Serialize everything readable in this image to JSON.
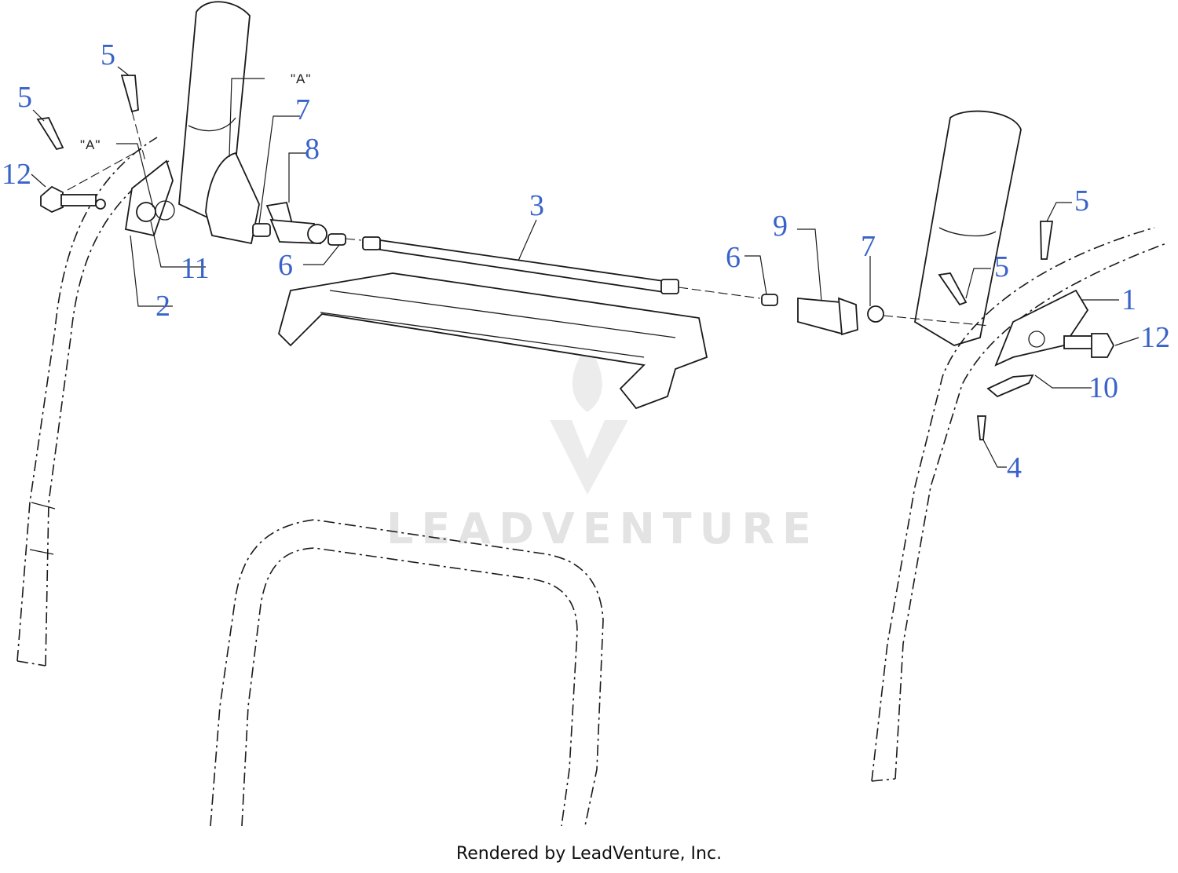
{
  "callouts": {
    "c5_top": "5",
    "c5_left": "5",
    "c12_left": "12",
    "c11": "11",
    "c2": "2",
    "c7_left": "7",
    "c8": "8",
    "c6_left": "6",
    "c3": "3",
    "c6_right": "6",
    "c9": "9",
    "c7_right": "7",
    "c5_right_top": "5",
    "c5_right_mid": "5",
    "c1": "1",
    "c12_right": "12",
    "c10": "10",
    "c4": "4"
  },
  "marks": {
    "a_upper": "\"A\"",
    "a_lower": "\"A\""
  },
  "watermark": "LEADVENTURE",
  "footer": "Rendered by LeadVenture, Inc.",
  "colors": {
    "callout": "#3a63c9",
    "line": "#1a1a1a",
    "watermark": "#e3e3e3"
  }
}
